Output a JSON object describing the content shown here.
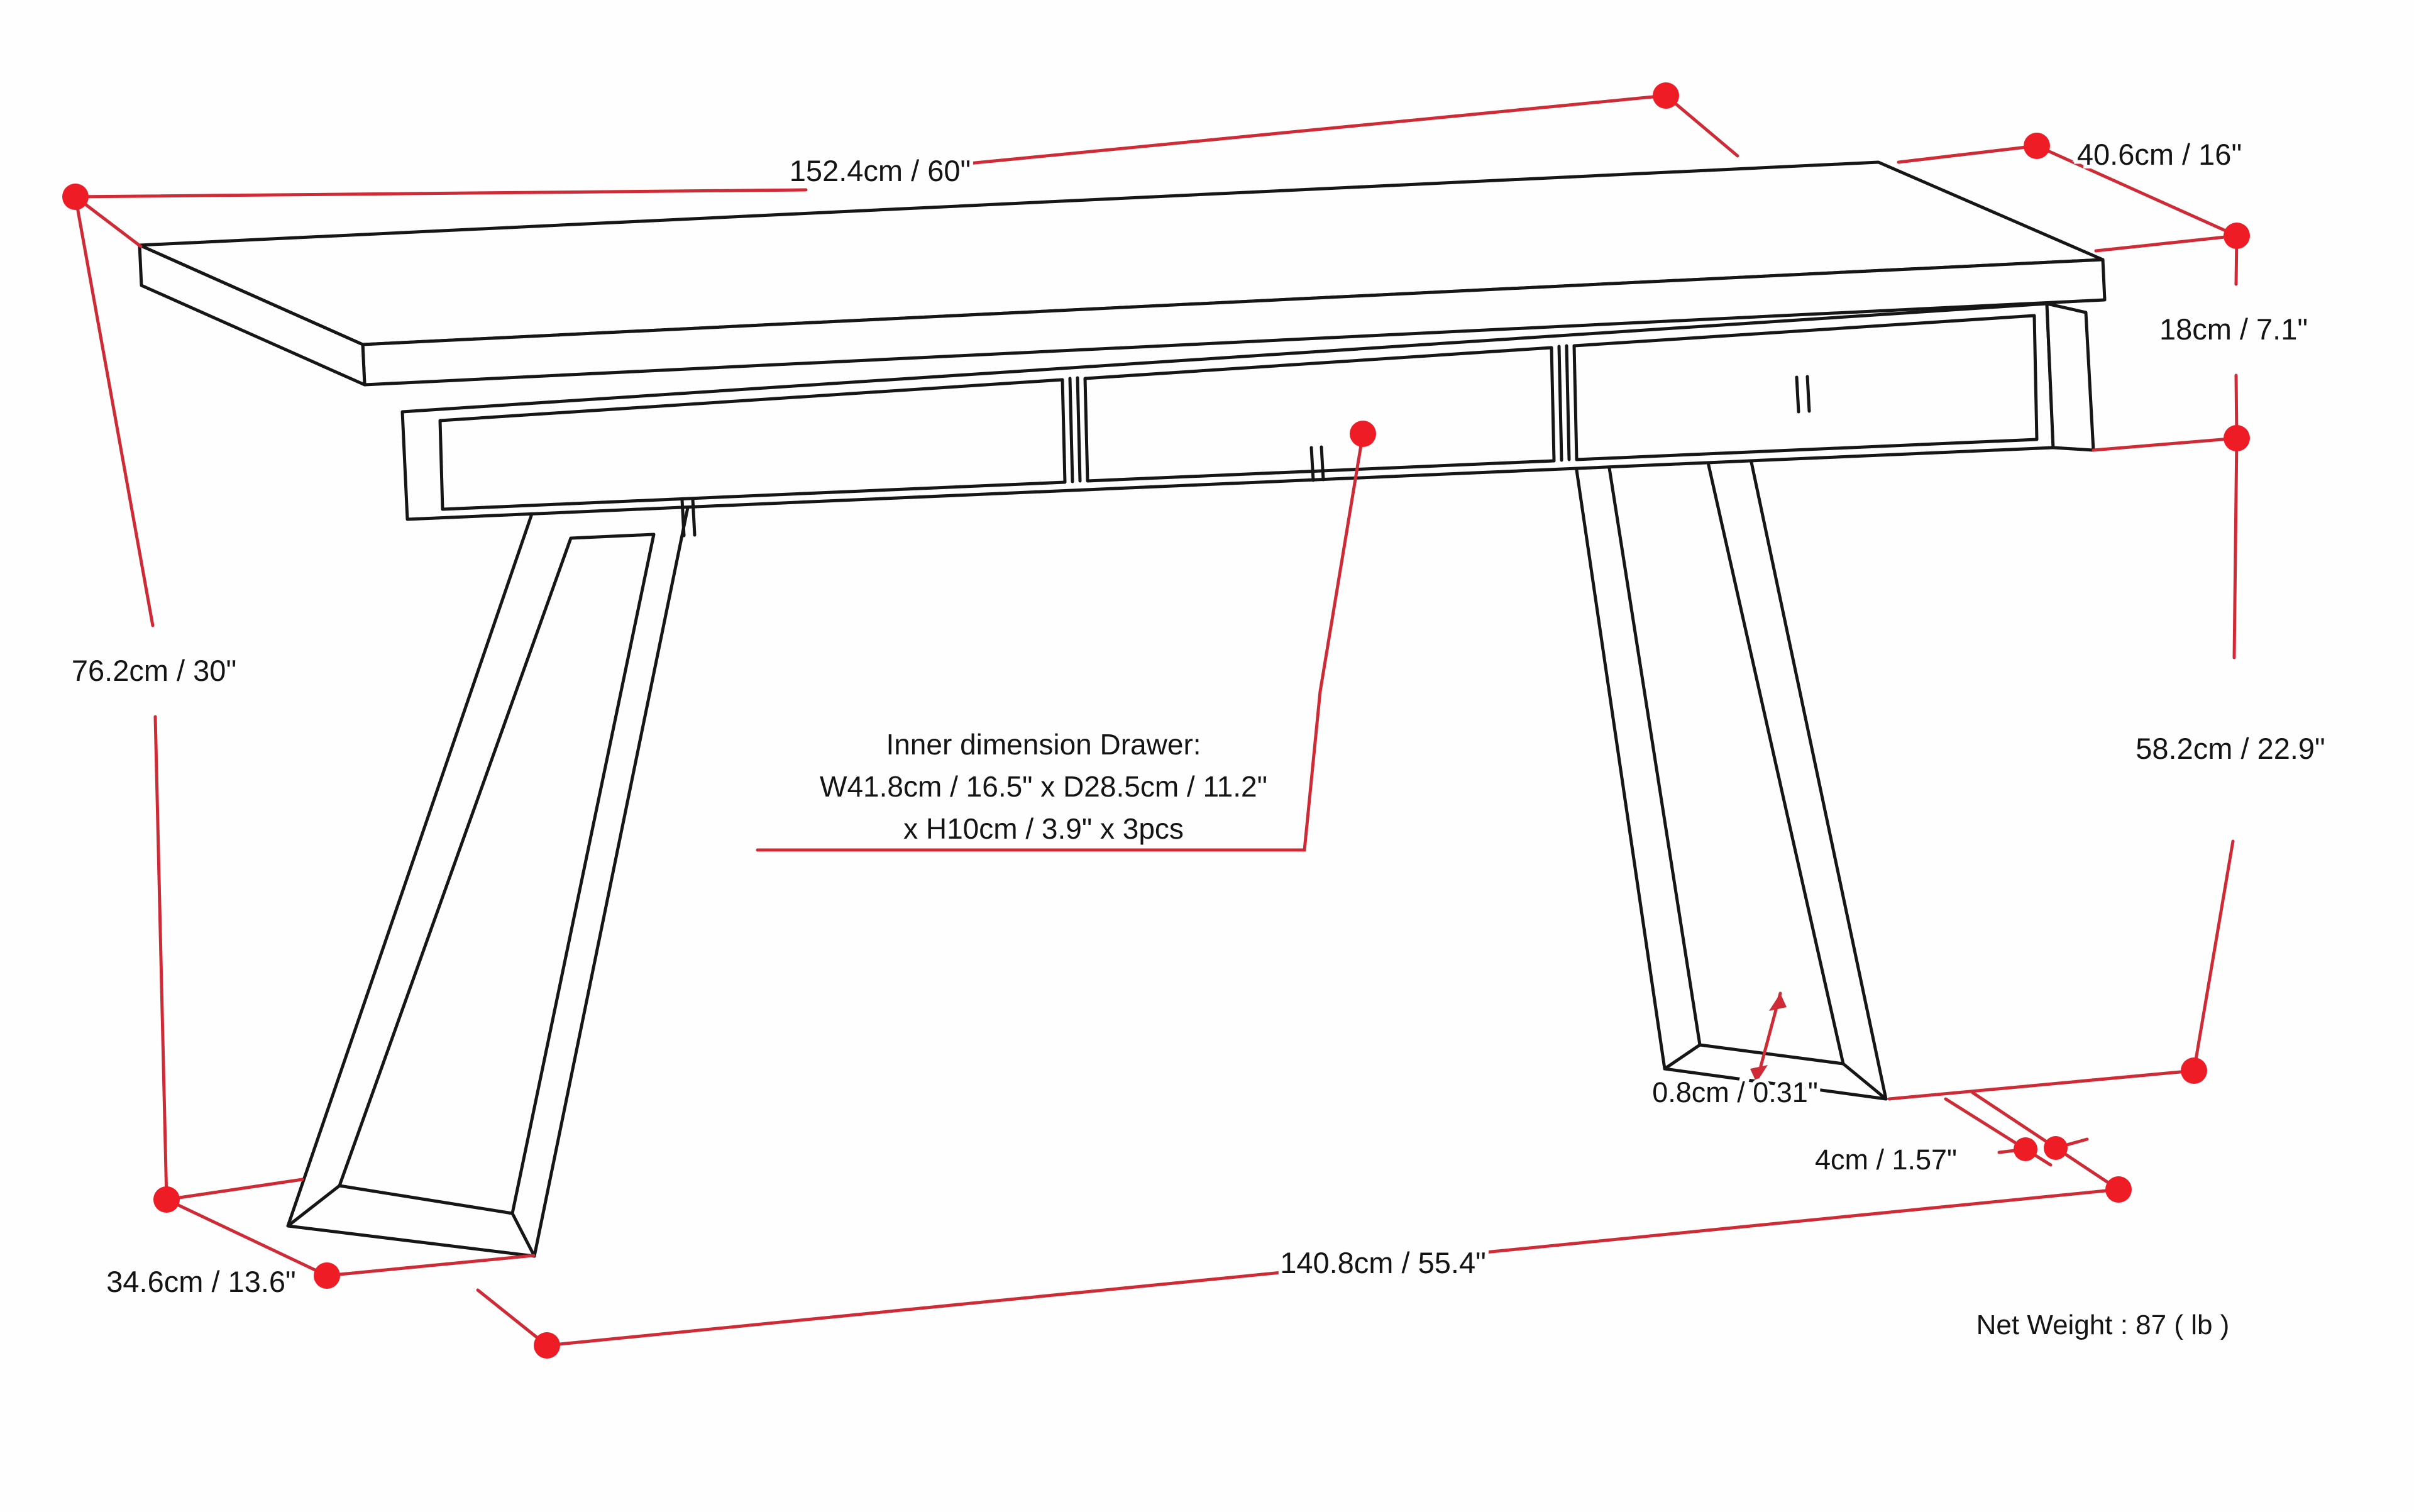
{
  "diagram": {
    "labels": {
      "top_width": "152.4cm / 60\"",
      "top_depth": "40.6cm / 16\"",
      "apron_height": "18cm / 7.1\"",
      "overall_height": "76.2cm / 30\"",
      "leg_height": "58.2cm / 22.9\"",
      "leg_thickness": "0.8cm / 0.31\"",
      "foot_depth": "4cm / 1.57\"",
      "floor_width": "140.8cm / 55.4\"",
      "foot_length": "34.6cm / 13.6\"",
      "net_weight": "Net Weight : 87 ( lb )"
    },
    "drawer_note": {
      "line1": "Inner dimension Drawer:",
      "line2": "W41.8cm / 16.5\" x D28.5cm / 11.2\"",
      "line3": "x H10cm / 3.9\" x 3pcs"
    },
    "colors": {
      "dimension": "#cf2b36",
      "dot": "#ee1c25",
      "ink": "#161616"
    }
  }
}
